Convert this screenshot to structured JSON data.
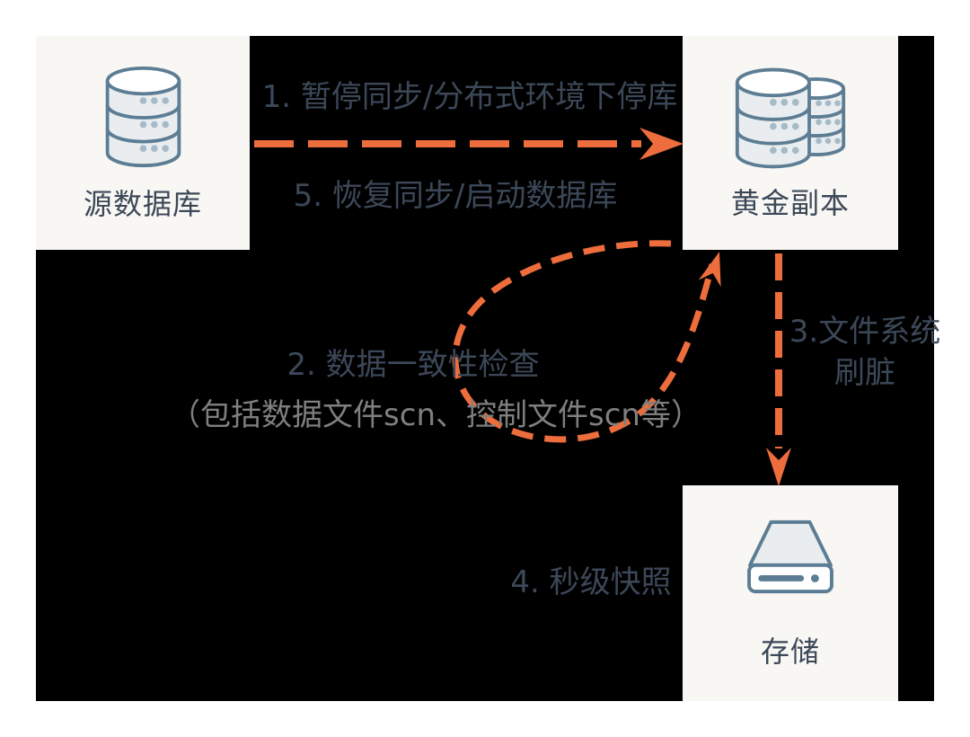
{
  "colors": {
    "background": "#000000",
    "page_margin": "#FFFFFF",
    "accent": "#ED6D3D",
    "text_dark": "#3C4858",
    "text_gray": "#7F7F7F",
    "node_bg": "#F8F7F4",
    "icon_stroke": "#5C7D94",
    "icon_fill": "#E9EDF0",
    "icon_dot": "#A6BAC8",
    "icon_white": "#FFFFFF"
  },
  "nodes": [
    {
      "id": "source-db",
      "label": "源数据库",
      "icon": "database-icon"
    },
    {
      "id": "golden-copy",
      "label": "黄金副本",
      "icon": "database-stack-icon"
    },
    {
      "id": "storage",
      "label": "存储",
      "icon": "hard-drive-icon"
    }
  ],
  "annotations": {
    "step1": "1. 暂停同步/分布式环境下停库",
    "step5": "5. 恢复同步/启动数据库",
    "step2_line1": "2. 数据一致性检查",
    "step2_line2": "（包括数据文件scn、控制文件scn等）",
    "step3_line1": "3.文件系统",
    "step3_line2": "刷脏",
    "step4": "4. 秒级快照"
  },
  "edges": [
    {
      "from": "source-db",
      "to": "golden-copy",
      "style": "dashed",
      "direction": "right",
      "labels": [
        "step1",
        "step5"
      ]
    },
    {
      "from": "golden-copy",
      "to": "golden-copy",
      "style": "dashed-loop",
      "direction": "loop",
      "labels": [
        "step2_line1",
        "step2_line2"
      ]
    },
    {
      "from": "golden-copy",
      "to": "storage",
      "style": "dashed",
      "direction": "down",
      "labels": [
        "step3_line1",
        "step3_line2",
        "step4"
      ]
    }
  ]
}
